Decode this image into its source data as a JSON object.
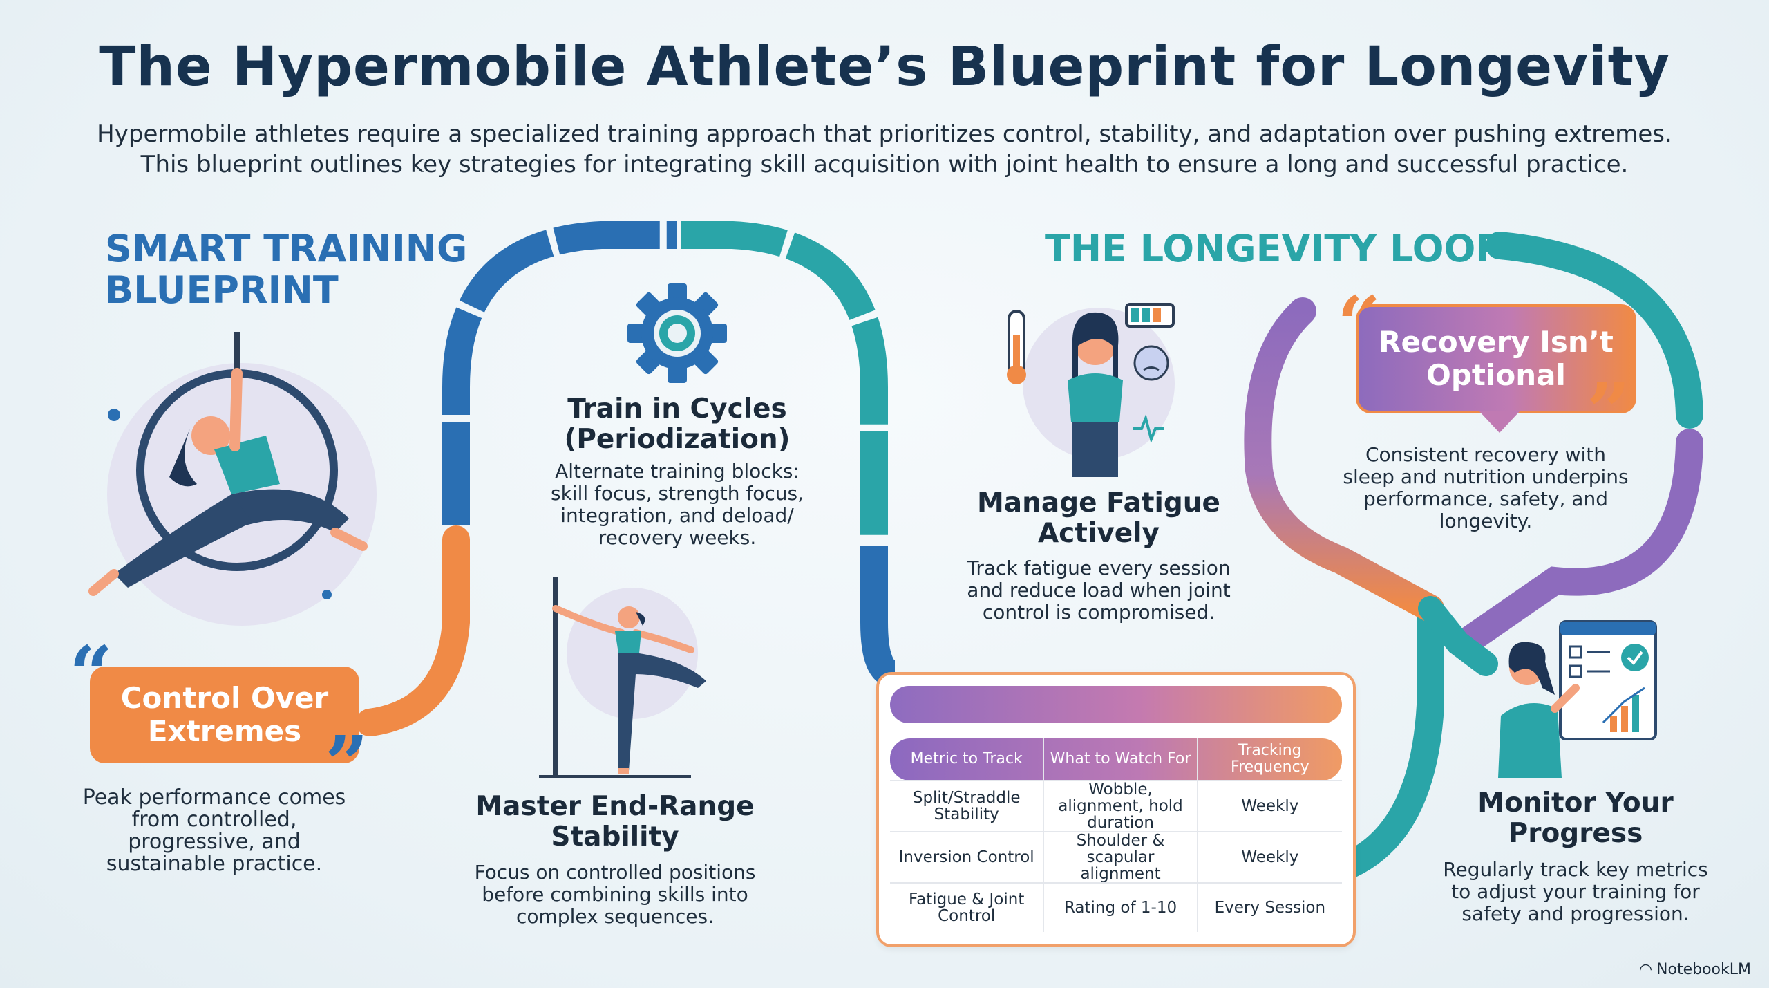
{
  "title": "The Hypermobile Athlete’s Blueprint for Longevity",
  "subtitle_lines": [
    "Hypermobile athletes require a specialized training approach that prioritizes control, stability, and adaptation over pushing extremes.",
    "This blueprint outlines key strategies for integrating skill acquisition with joint health to ensure a long and successful practice."
  ],
  "smart_training": {
    "heading_lines": [
      "SMART TRAINING",
      "BLUEPRINT"
    ],
    "quote_lines": [
      "Control Over",
      "Extremes"
    ],
    "quote_text_lines": [
      "Peak performance comes",
      "from controlled,",
      "progressive, and",
      "sustainable practice."
    ]
  },
  "cycles": {
    "heading_lines": [
      "Train in Cycles",
      "(Periodization)"
    ],
    "text_lines": [
      "Alternate training blocks:",
      "skill focus, strength focus,",
      "integration, and deload/",
      "recovery weeks."
    ]
  },
  "end_range": {
    "heading_lines": [
      "Master End-Range",
      "Stability"
    ],
    "text_lines": [
      "Focus on controlled positions",
      "before combining skills into",
      "complex sequences."
    ]
  },
  "longevity": {
    "heading": "THE LONGEVITY LOOP",
    "fatigue": {
      "heading_lines": [
        "Manage Fatigue",
        "Actively"
      ],
      "text_lines": [
        "Track fatigue every session",
        "and reduce load when joint",
        "control is compromised."
      ]
    },
    "recovery": {
      "quote_lines": [
        "Recovery Isn’t",
        "Optional"
      ],
      "text_lines": [
        "Consistent recovery with",
        "sleep and nutrition underpins",
        "performance, safety, and",
        "longevity."
      ]
    },
    "progress": {
      "heading_lines": [
        "Monitor Your",
        "Progress"
      ],
      "text_lines": [
        "Regularly track key metrics",
        "to adjust your training for",
        "safety and progression."
      ]
    }
  },
  "table": {
    "headers": [
      "Metric to Track",
      "What to Watch For",
      "Tracking Frequency"
    ],
    "rows": [
      [
        "Split/Straddle Stability",
        "Wobble, alignment, hold duration",
        "Weekly"
      ],
      [
        "Inversion Control",
        "Shoulder & scapular alignment",
        "Weekly"
      ],
      [
        "Fatigue & Joint Control",
        "Rating of 1-10",
        "Every Session"
      ]
    ]
  },
  "brand": "NotebookLM",
  "colors": {
    "navy": "#17324f",
    "blue": "#2a6fb3",
    "teal": "#2aa5a8",
    "orange": "#f08a46",
    "purple": "#8d6bbd"
  }
}
